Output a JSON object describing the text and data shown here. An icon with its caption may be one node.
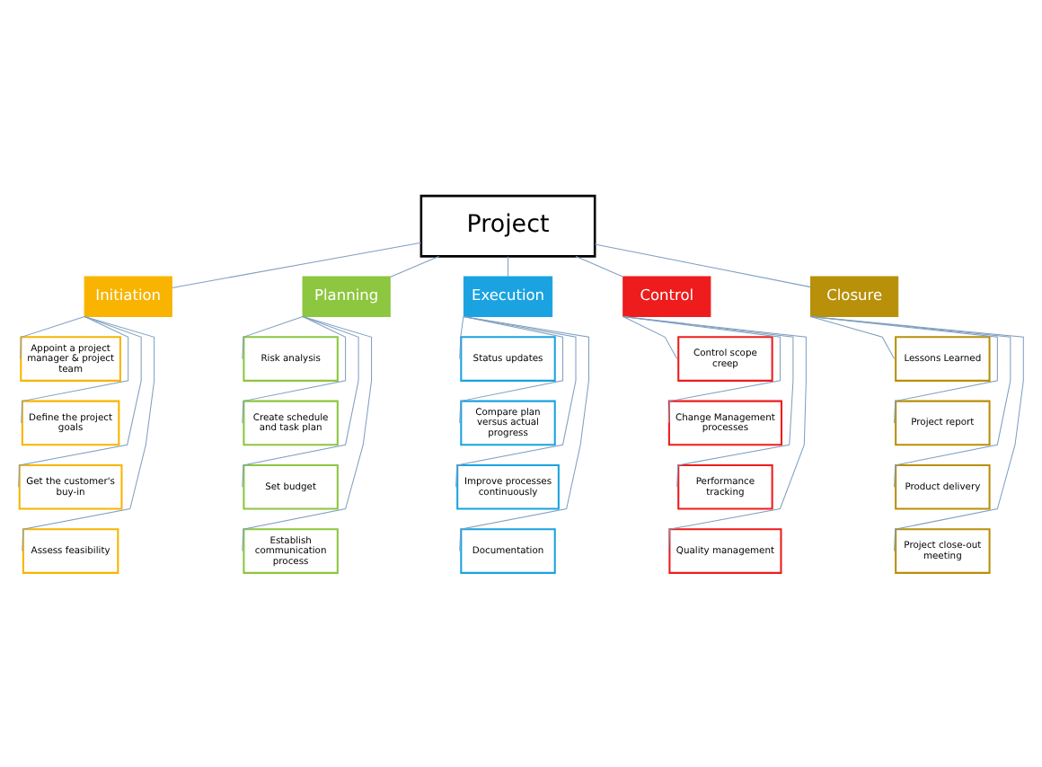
{
  "diagram": {
    "nodes": [
      {
        "text": [
          "Project"
        ]
      },
      {
        "text": [
          "Initiation"
        ]
      },
      {
        "text": [
          "Planning"
        ]
      },
      {
        "text": [
          "Execution"
        ]
      },
      {
        "text": [
          "Control"
        ]
      },
      {
        "text": [
          "Closure"
        ]
      },
      {
        "text": [
          "Appoint a project manager & project team"
        ]
      },
      {
        "text": [
          "Define the project goals"
        ]
      },
      {
        "text": [
          "Get the customer's buy-in"
        ]
      },
      {
        "text": [
          "Assess feasibility"
        ]
      },
      {
        "text": [
          "Risk analysis"
        ]
      },
      {
        "text": [
          "Create schedule and task plan"
        ]
      },
      {
        "text": [
          "Set budget"
        ]
      },
      {
        "text": [
          "Establish communication process"
        ]
      },
      {
        "text": [
          "Status updates"
        ]
      },
      {
        "text": [
          "Compare plan versus actual progress"
        ]
      },
      {
        "text": [
          "Improve processes continuously"
        ]
      },
      {
        "text": [
          "Documentation"
        ]
      },
      {
        "text": [
          "Control scope creep"
        ]
      },
      {
        "text": [
          "Change Management processes"
        ]
      },
      {
        "text": [
          "Performance tracking"
        ]
      },
      {
        "text": [
          "Quality management"
        ]
      },
      {
        "text": [
          "Lessons Learned"
        ]
      },
      {
        "text": [
          "Project report"
        ]
      },
      {
        "text": [
          "Product delivery"
        ]
      },
      {
        "text": [
          "Project close-out meeting"
        ]
      }
    ],
    "edges": [
      {
        "from": 0,
        "to": 1,
        "arrow": "none"
      },
      {
        "from": 0,
        "to": 2,
        "arrow": "none"
      },
      {
        "from": 0,
        "to": 3,
        "arrow": "none"
      },
      {
        "from": 0,
        "to": 4,
        "arrow": "none"
      },
      {
        "from": 0,
        "to": 5,
        "arrow": "none"
      },
      {
        "from": 1,
        "to": 6,
        "arrow": "none"
      },
      {
        "from": 1,
        "to": 7,
        "arrow": "none"
      },
      {
        "from": 1,
        "to": 8,
        "arrow": "none"
      },
      {
        "from": 1,
        "to": 9,
        "arrow": "none"
      },
      {
        "from": 2,
        "to": 10,
        "arrow": "none"
      },
      {
        "from": 2,
        "to": 11,
        "arrow": "none"
      },
      {
        "from": 2,
        "to": 12,
        "arrow": "none"
      },
      {
        "from": 2,
        "to": 13,
        "arrow": "none"
      },
      {
        "from": 3,
        "to": 14,
        "arrow": "none"
      },
      {
        "from": 3,
        "to": 15,
        "arrow": "none"
      },
      {
        "from": 3,
        "to": 16,
        "arrow": "none"
      },
      {
        "from": 3,
        "to": 17,
        "arrow": "none"
      },
      {
        "from": 4,
        "to": 18,
        "arrow": "none"
      },
      {
        "from": 4,
        "to": 19,
        "arrow": "none"
      },
      {
        "from": 4,
        "to": 20,
        "arrow": "none"
      },
      {
        "from": 4,
        "to": 21,
        "arrow": "none"
      },
      {
        "from": 5,
        "to": 22,
        "arrow": "none"
      },
      {
        "from": 5,
        "to": 23,
        "arrow": "none"
      },
      {
        "from": 5,
        "to": 24,
        "arrow": "none"
      },
      {
        "from": 5,
        "to": 25,
        "arrow": "none"
      }
    ]
  }
}
